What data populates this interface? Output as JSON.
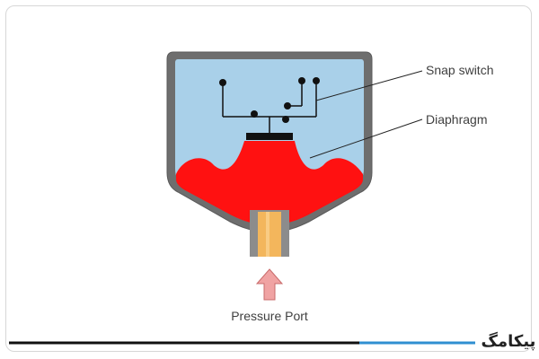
{
  "labels": {
    "snap_switch": "Snap switch",
    "diaphragm": "Diaphragm",
    "pressure_port": "Pressure Port"
  },
  "branding": {
    "logo_text": "پیکامگ"
  },
  "colors": {
    "housing": "#6e6e6e",
    "housing_inner_fill": "#a9d0e9",
    "diaphragm": "#ff1111",
    "port": "#f3b65c",
    "arrow": "#f0a3a3",
    "switch_bar": "#111111",
    "footer_line": "#111111",
    "footer_accent": "#2f8fd1"
  }
}
